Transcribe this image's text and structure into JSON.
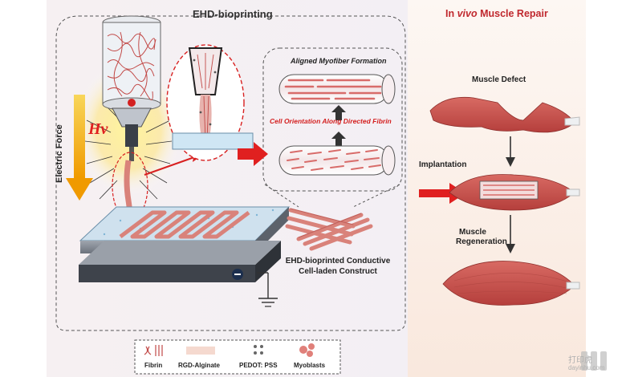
{
  "left_panel": {
    "title": "EHD-bioprinting",
    "electric_force": "Electric Force",
    "voltage_symbol": "Hv",
    "aligned_formation": "Aligned Myofiber Formation",
    "cell_orientation": "Cell Orientation Along Directed  Fibrin",
    "construct_line1": "EHD-bioprinted Conductive",
    "construct_line2": "Cell-laden Construct"
  },
  "right_panel": {
    "title_pre": "In ",
    "title_italic": "vivo",
    "title_post": " Muscle Repair",
    "muscle_defect": "Muscle Defect",
    "implantation": "Implantation",
    "regeneration_line1": "Muscle",
    "regeneration_line2": "Regeneration"
  },
  "legend": {
    "items": [
      {
        "label": "Fibrin"
      },
      {
        "label": "RGD-Alginate"
      },
      {
        "label": "PEDOT: PSS"
      },
      {
        "label": "Myoblasts"
      }
    ]
  },
  "watermark": {
    "brand": "打印虎",
    "sub": "dayinhu.com"
  },
  "colors": {
    "muscle": "#c9504c",
    "arrow_red": "#e02020",
    "accent_title": "#c0282e",
    "cell_orientation_text": "#d42020",
    "electric_arrow": "#f4b800"
  }
}
